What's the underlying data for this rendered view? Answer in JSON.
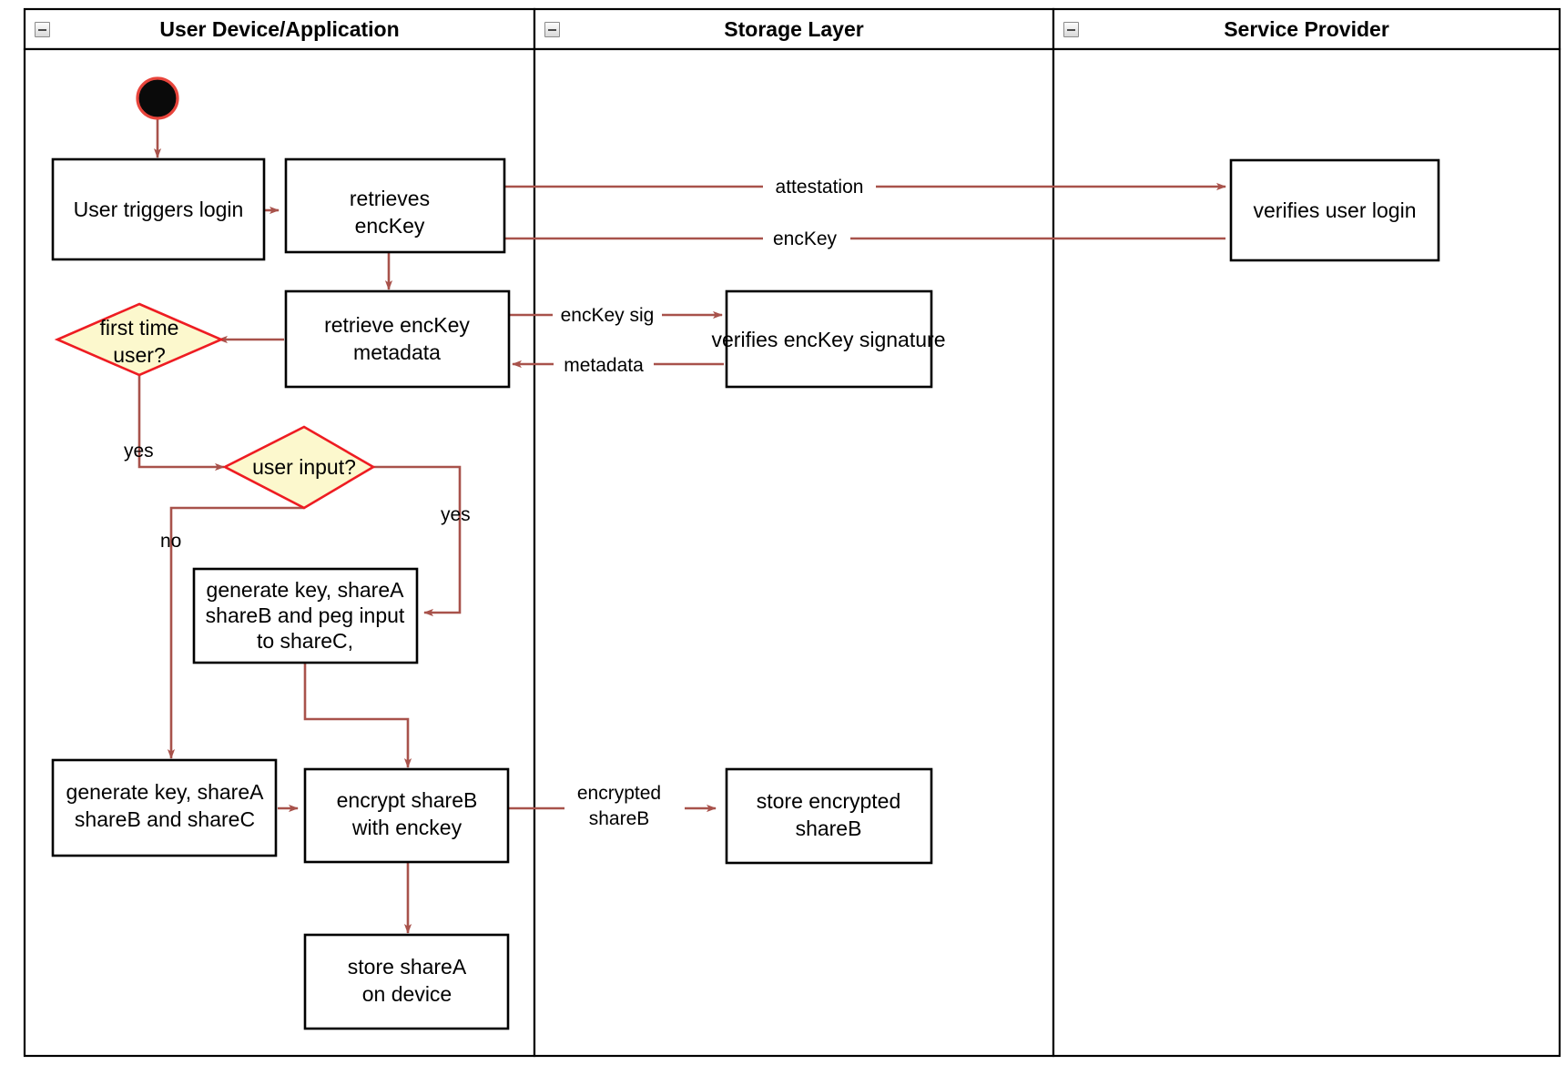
{
  "diagram": {
    "type": "uml-activity-swimlane",
    "title": "",
    "background": "#ffffff",
    "colors": {
      "flow": "#a8524b",
      "decision_fill": "#fcf8cd",
      "decision_stroke": "#ee1c22",
      "node_stroke": "#000000",
      "start_fill": "#0a0a0a",
      "start_stroke": "#e8453c",
      "lane_stroke": "#000000"
    }
  },
  "lanes": [
    {
      "id": "user-device",
      "title": "User Device/Application",
      "collapse_icon": "minus-box-icon"
    },
    {
      "id": "storage-layer",
      "title": "Storage Layer",
      "collapse_icon": "minus-box-icon"
    },
    {
      "id": "service-provider",
      "title": "Service Provider",
      "collapse_icon": "minus-box-icon"
    }
  ],
  "nodes": {
    "start": {
      "kind": "initial-node",
      "label": ""
    },
    "user_triggers_login": {
      "kind": "activity",
      "lines": [
        "User triggers login"
      ]
    },
    "retrieves_enckey": {
      "kind": "activity",
      "lines": [
        "retrieves",
        "encKey"
      ]
    },
    "verifies_user_login": {
      "kind": "activity",
      "lines": [
        "verifies user login"
      ]
    },
    "retrieve_enckey_metadata": {
      "kind": "activity",
      "lines": [
        "retrieve encKey",
        "metadata"
      ]
    },
    "verifies_enckey_signature": {
      "kind": "activity",
      "lines": [
        "verifies encKey signature"
      ]
    },
    "first_time_user": {
      "kind": "decision",
      "lines": [
        "first time",
        "user?"
      ]
    },
    "user_input": {
      "kind": "decision",
      "lines": [
        "user input?"
      ]
    },
    "generate_key_peg": {
      "kind": "activity",
      "lines": [
        "generate key, shareA",
        "shareB and peg input",
        "to shareC,"
      ]
    },
    "generate_key_shares": {
      "kind": "activity",
      "lines": [
        "generate key, shareA",
        "shareB and shareC"
      ]
    },
    "encrypt_shareb": {
      "kind": "activity",
      "lines": [
        "encrypt shareB",
        "with enckey"
      ]
    },
    "store_encrypted_shareb": {
      "kind": "activity",
      "lines": [
        "store encrypted",
        "shareB"
      ]
    },
    "store_sharea": {
      "kind": "activity",
      "lines": [
        "store shareA",
        "on device"
      ]
    }
  },
  "edge_labels": {
    "attestation": "attestation",
    "enckey": "encKey",
    "enckey_sig": "encKey sig",
    "metadata": "metadata",
    "yes_first_time": "yes",
    "yes_user_input": "yes",
    "no_user_input": "no",
    "encrypted_shareb_l1": "encrypted",
    "encrypted_shareb_l2": "shareB"
  }
}
